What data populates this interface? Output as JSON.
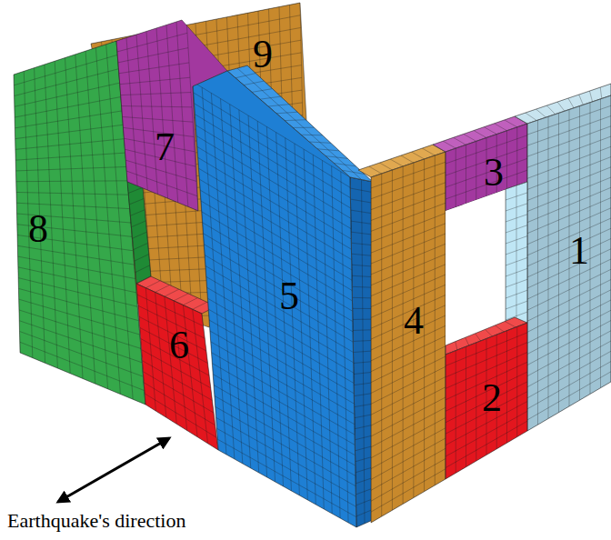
{
  "diagram": {
    "labels": [
      "9",
      "7",
      "3",
      "1",
      "8",
      "5",
      "4",
      "6",
      "2",
      "Earthquake's direction"
    ]
  }
}
